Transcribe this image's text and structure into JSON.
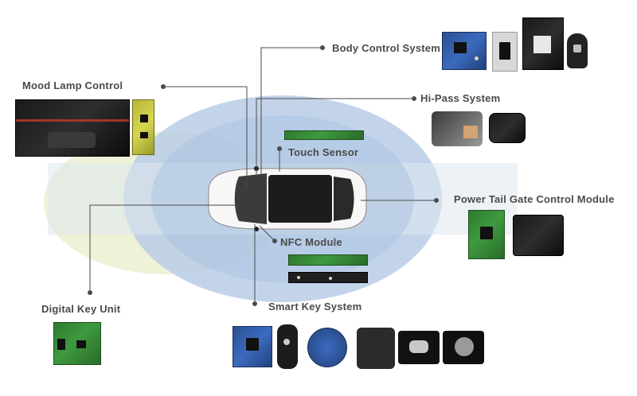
{
  "diagram": {
    "labels": {
      "body_control_system": "Body Control System",
      "mood_lamp_control": "Mood Lamp Control",
      "hi_pass_system": "Hi-Pass System",
      "touch_sensor": "Touch Sensor",
      "power_tail_gate": "Power Tail Gate Control Module",
      "nfc_module": "NFC Module",
      "digital_key_unit": "Digital Key Unit",
      "smart_key_system": "Smart Key System"
    },
    "colors": {
      "ellipse_blue": "#b9cde6",
      "ellipse_yellow": "#eef2d6",
      "leader_line": "#4a4a4a",
      "label_text": "#4a4a4a"
    }
  }
}
